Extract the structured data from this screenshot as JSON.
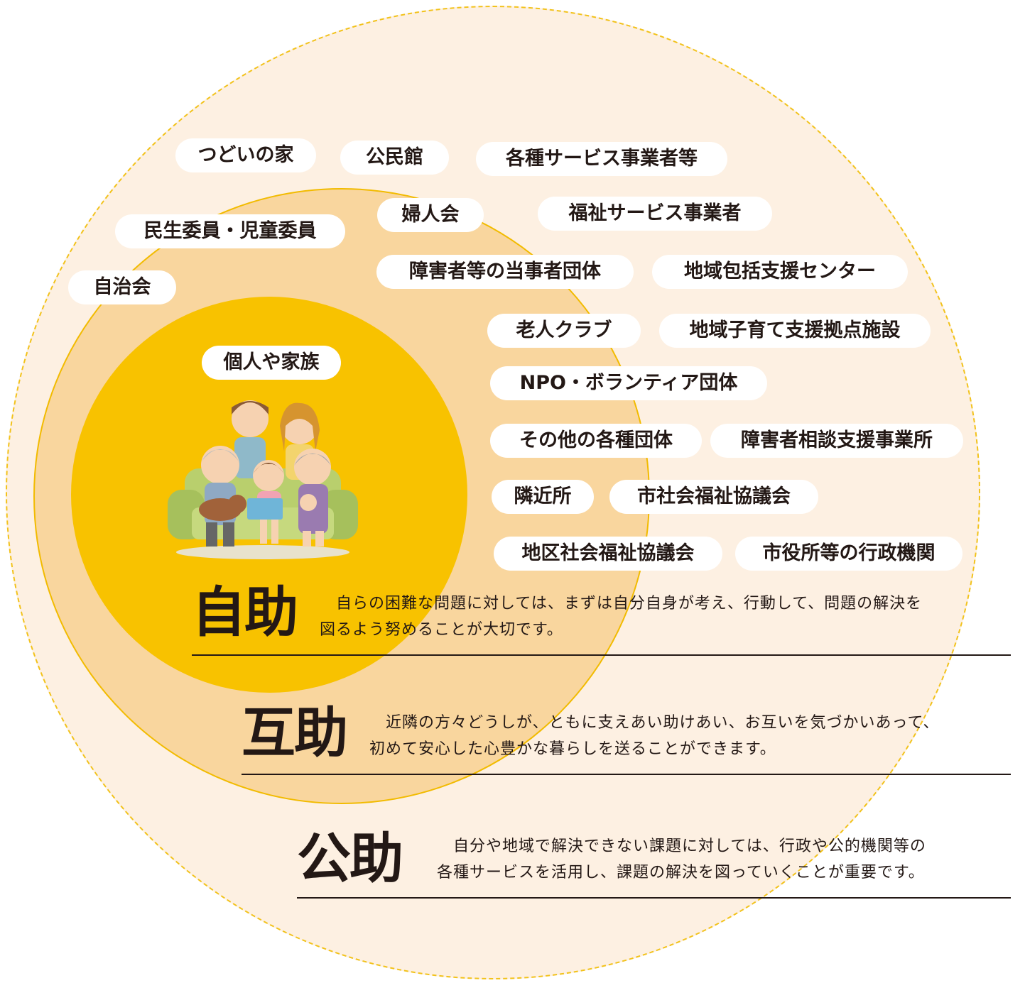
{
  "colors": {
    "outer_fill": "#fdf0e2",
    "outer_border": "#f2c21b",
    "middle_fill": "#f9d69e",
    "inner_fill": "#f8c200",
    "text": "#231815"
  },
  "labels": {
    "tsudoi": "つどいの家",
    "kominkan": "公民館",
    "kakushu_service": "各種サービス事業者等",
    "fujinkai": "婦人会",
    "fukushi_service": "福祉サービス事業者",
    "minsei": "民生委員・児童委員",
    "tojisha": "障害者等の当事者団体",
    "hokatsu": "地域包括支援センター",
    "jichikai": "自治会",
    "rojin": "老人クラブ",
    "kosodate": "地域子育て支援拠点施設",
    "kojin": "個人や家族",
    "npo": "NPO・ボランティア団体",
    "sonota": "その他の各種団体",
    "sodan": "障害者相談支援事業所",
    "kinjo": "隣近所",
    "shakyo": "市社会福祉協議会",
    "chiku_shakyo": "地区社会福祉協議会",
    "shiyakusho": "市役所等の行政機関"
  },
  "sections": {
    "jijo": {
      "title": "自助",
      "line1": "　自らの困難な問題に対しては、まずは自分自身が考え、行動して、問題の解決を",
      "line2": "図るよう努めることが大切です。"
    },
    "gojo": {
      "title": "互助",
      "line1": "　近隣の方々どうしが、ともに支えあい助けあい、お互いを気づかいあって、",
      "line2": "初めて安心した心豊かな暮らしを送ることができます。"
    },
    "kojo": {
      "title": "公助",
      "line1": "　自分や地域で解決できない課題に対しては、行政や公的機関等の",
      "line2": "各種サービスを活用し、課題の解決を図っていくことが重要です。"
    }
  }
}
